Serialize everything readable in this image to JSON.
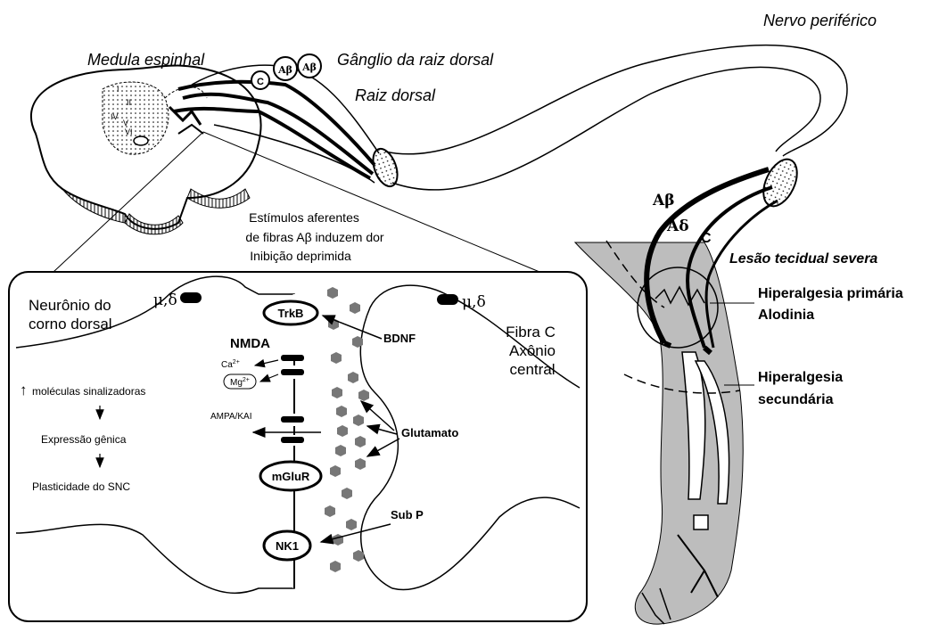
{
  "labels": {
    "medula": "Medula espinhal",
    "ganglio": "Gânglio da raiz dorsal",
    "raiz": "Raiz dorsal",
    "nervo": "Nervo periférico",
    "estimulos_1": "Estímulos aferentes",
    "estimulos_2": "de fibras Aβ induzem dor",
    "estimulos_3": "Inibição deprimida",
    "lamina_1": "I",
    "lamina_2": "II",
    "lamina_4": "IV",
    "lamina_5": "V",
    "lamina_6": "VI",
    "ganglion_ab1": "Aβ",
    "ganglion_ab2": "Aβ",
    "ganglion_c": "C",
    "fiber_ab": "Aβ",
    "fiber_ad": "Aδ",
    "fiber_c": "C",
    "lesao": "Lesão tecidual severa",
    "hiper_primaria": "Hiperalgesia primária",
    "alodinia": "Alodinia",
    "hiper_secundaria_1": "Hiperalgesia",
    "hiper_secundaria_2": "secundária"
  },
  "inset": {
    "neuron_1": "Neurônio do",
    "neuron_2": "corno dorsal",
    "opioid_left": "μ,δ",
    "opioid_right": "μ,δ",
    "fibra_1": "Fibra C",
    "fibra_2": "Axônio",
    "fibra_3": "central",
    "trkb": "TrkB",
    "nmda": "NMDA",
    "ca": "Ca",
    "ca_sup": "2+",
    "mg": "Mg",
    "mg_sup": "2+",
    "ampa": "AMPA/KAI",
    "mglur": "mGluR",
    "nk1": "NK1",
    "bdnf": "BDNF",
    "glutamato": "Glutamato",
    "subp": "Sub P",
    "moleculas": "moléculas sinalizadoras",
    "up_arrow": "↑",
    "expressao": "Expressão gênica",
    "plasticidade": "Plasticidade do SNC"
  },
  "colors": {
    "ink": "#000000",
    "leg_fill": "#bdbdbd",
    "bone_fill": "#ffffff",
    "vesicle": "#777777"
  }
}
